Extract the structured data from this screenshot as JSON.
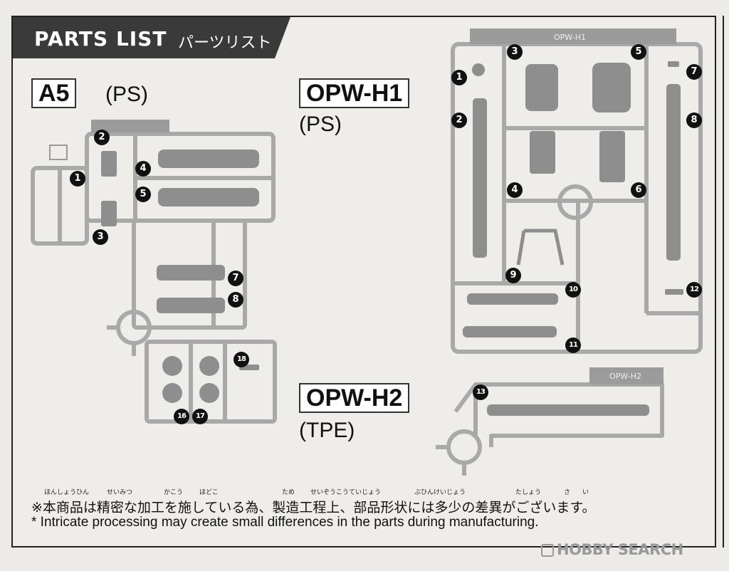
{
  "header": {
    "title": "PARTS LIST",
    "title_jp": "パーツリスト"
  },
  "runners": {
    "a5": {
      "code": "A5",
      "material": "(PS)",
      "parts": [
        "1",
        "2",
        "3",
        "4",
        "5",
        "7",
        "8",
        "16",
        "17",
        "18"
      ]
    },
    "opw_h1": {
      "code": "OPW-H1",
      "material": "(PS)",
      "stamp": "OPW-H1",
      "parts": [
        "1",
        "2",
        "3",
        "4",
        "5",
        "6",
        "7",
        "8",
        "9",
        "10",
        "11",
        "12"
      ]
    },
    "opw_h2": {
      "code": "OPW-H2",
      "material": "(TPE)",
      "stamp": "OPW-H2",
      "parts": [
        "13"
      ]
    }
  },
  "footer": {
    "ruby": [
      "ほんしょうひん",
      "せいみつ",
      "かこう",
      "ほどこ",
      "ため",
      "せいぞうこうていじょう",
      "ぶひんけいじょう",
      "たしょう",
      "さ",
      "い"
    ],
    "note_jp": "※本商品は精密な加工を施している為、製造工程上、部品形状には多少の差異がございます。",
    "note_en": "* Intricate processing may create small differences in the parts during manufacturing."
  },
  "watermark": "HOBBY SEARCH",
  "colors": {
    "runner": "#a9a9a9",
    "part": "#8e8e8e",
    "banner": "#3a3a3a",
    "frame": "#222222"
  }
}
